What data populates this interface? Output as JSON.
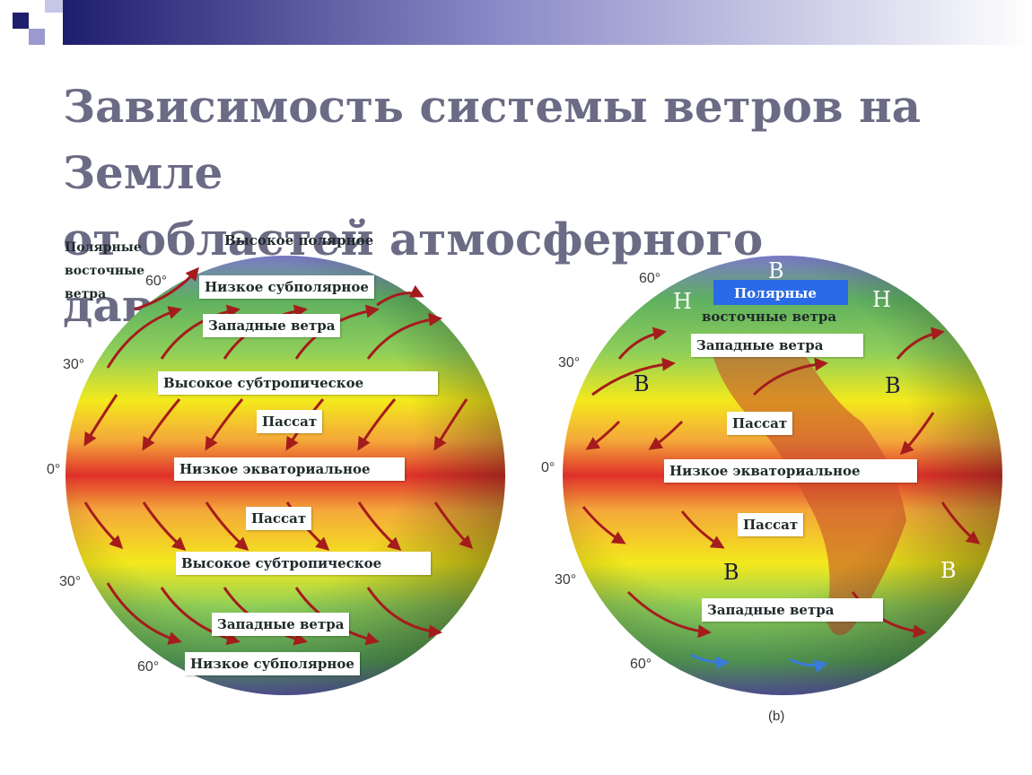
{
  "title": {
    "line1": "Зависимость системы ветров на Земле",
    "line2": "от областей атмосферного давления"
  },
  "colors": {
    "title": "#6b6b85",
    "header_dark": "#1e1e6e",
    "header_mid": "#8a8ac8",
    "equator": "#e0302a",
    "subtropic": "#f3e91c",
    "temperate": "#7fc45a",
    "polar": "#7a7ac8",
    "arrow": "#a51c1c"
  },
  "globe_a": {
    "polar_winds_label": [
      "Полярные",
      "восточные",
      "ветра"
    ],
    "bands": [
      "Высокое полярное",
      "Низкое субполярное",
      "Западные ветра",
      "Высокое субтропическое",
      "Пассат",
      "Низкое экваториальное",
      "Пассат",
      "Высокое субтропическое",
      "Западные ветра",
      "Низкое субполярное"
    ],
    "latitudes": [
      "60°",
      "30°",
      "0°",
      "30°",
      "60°"
    ]
  },
  "globe_b": {
    "labels": [
      "Полярные",
      "восточные ветра",
      "Западные ветра",
      "Пассат",
      "Низкое экваториальное",
      "Пассат",
      "Западные ветра"
    ],
    "pressure_letters": [
      "В",
      "Н",
      "Н",
      "В",
      "В",
      "В",
      "В"
    ],
    "latitudes": [
      "60°",
      "30°",
      "0°",
      "30°",
      "60°"
    ],
    "caption": "(b)"
  }
}
